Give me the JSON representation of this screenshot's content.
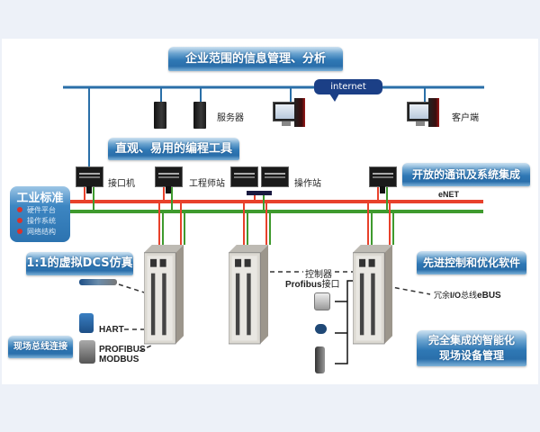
{
  "banners": {
    "enterprise": "企业范围的信息管理、分析",
    "programming": "直观、易用的编程工具",
    "open_comm": "开放的通讯及系统集成",
    "virtual_dcs": "1:1的虚拟DCS仿真",
    "advanced_control": "先进控制和优化软件",
    "fieldbus": "现场总线连接",
    "smart_field_line1": "完全集成的智能化",
    "smart_field_line2": "现场设备管理"
  },
  "industrial_standard": {
    "title": "工业标准",
    "items": [
      "硬件平台",
      "操作系统",
      "网络结构"
    ]
  },
  "network": {
    "internet_label": "internet",
    "enet_label": "eNET"
  },
  "nodes": {
    "server": "服务器",
    "client": "客户端",
    "interface_pc": "接口机",
    "engineer_station": "工程师站",
    "operator_station": "操作站"
  },
  "field": {
    "controller": "控制器",
    "profibus_interface_en": "Profibus",
    "profibus_interface_cn": "接口",
    "redundant_io_prefix": "冗余",
    "redundant_io_io": "I/O",
    "redundant_io_mid": "总线",
    "redundant_io_bus": "eBUS",
    "hart": "HART",
    "profibus": "PROFIBUS",
    "modbus": "MODBUS"
  },
  "colors": {
    "banner_blue": "#2f78b5",
    "internet_bubble": "#1b3f86",
    "top_network": "#2a6fa8",
    "enet_red": "#e8412b",
    "enet_green": "#3f9a2e",
    "background": "#edf1f8"
  }
}
